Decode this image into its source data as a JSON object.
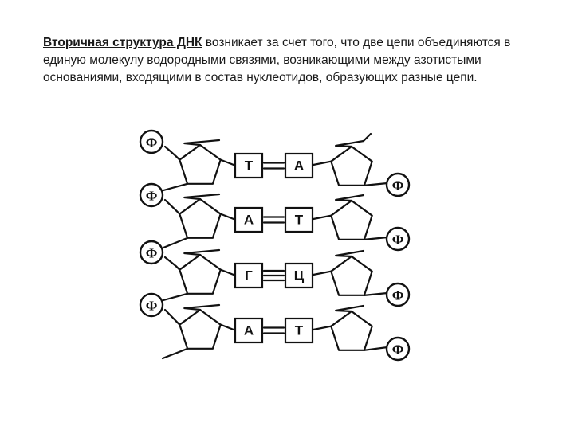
{
  "text": {
    "term": "Вторичная структура ДНК",
    "rest": " возникает за счет того, что две цепи объединяются в единую молекулу водородными связями, возникающими между азотистыми основаниями, входящими в состав нуклеотидов, образующих разные цепи."
  },
  "diagram": {
    "phosphate_label": "Ф",
    "pairs": [
      {
        "left": "Т",
        "right": "А",
        "bonds": 2
      },
      {
        "left": "А",
        "right": "Т",
        "bonds": 2
      },
      {
        "left": "Г",
        "right": "Ц",
        "bonds": 3
      },
      {
        "left": "А",
        "right": "Т",
        "bonds": 2
      }
    ]
  }
}
